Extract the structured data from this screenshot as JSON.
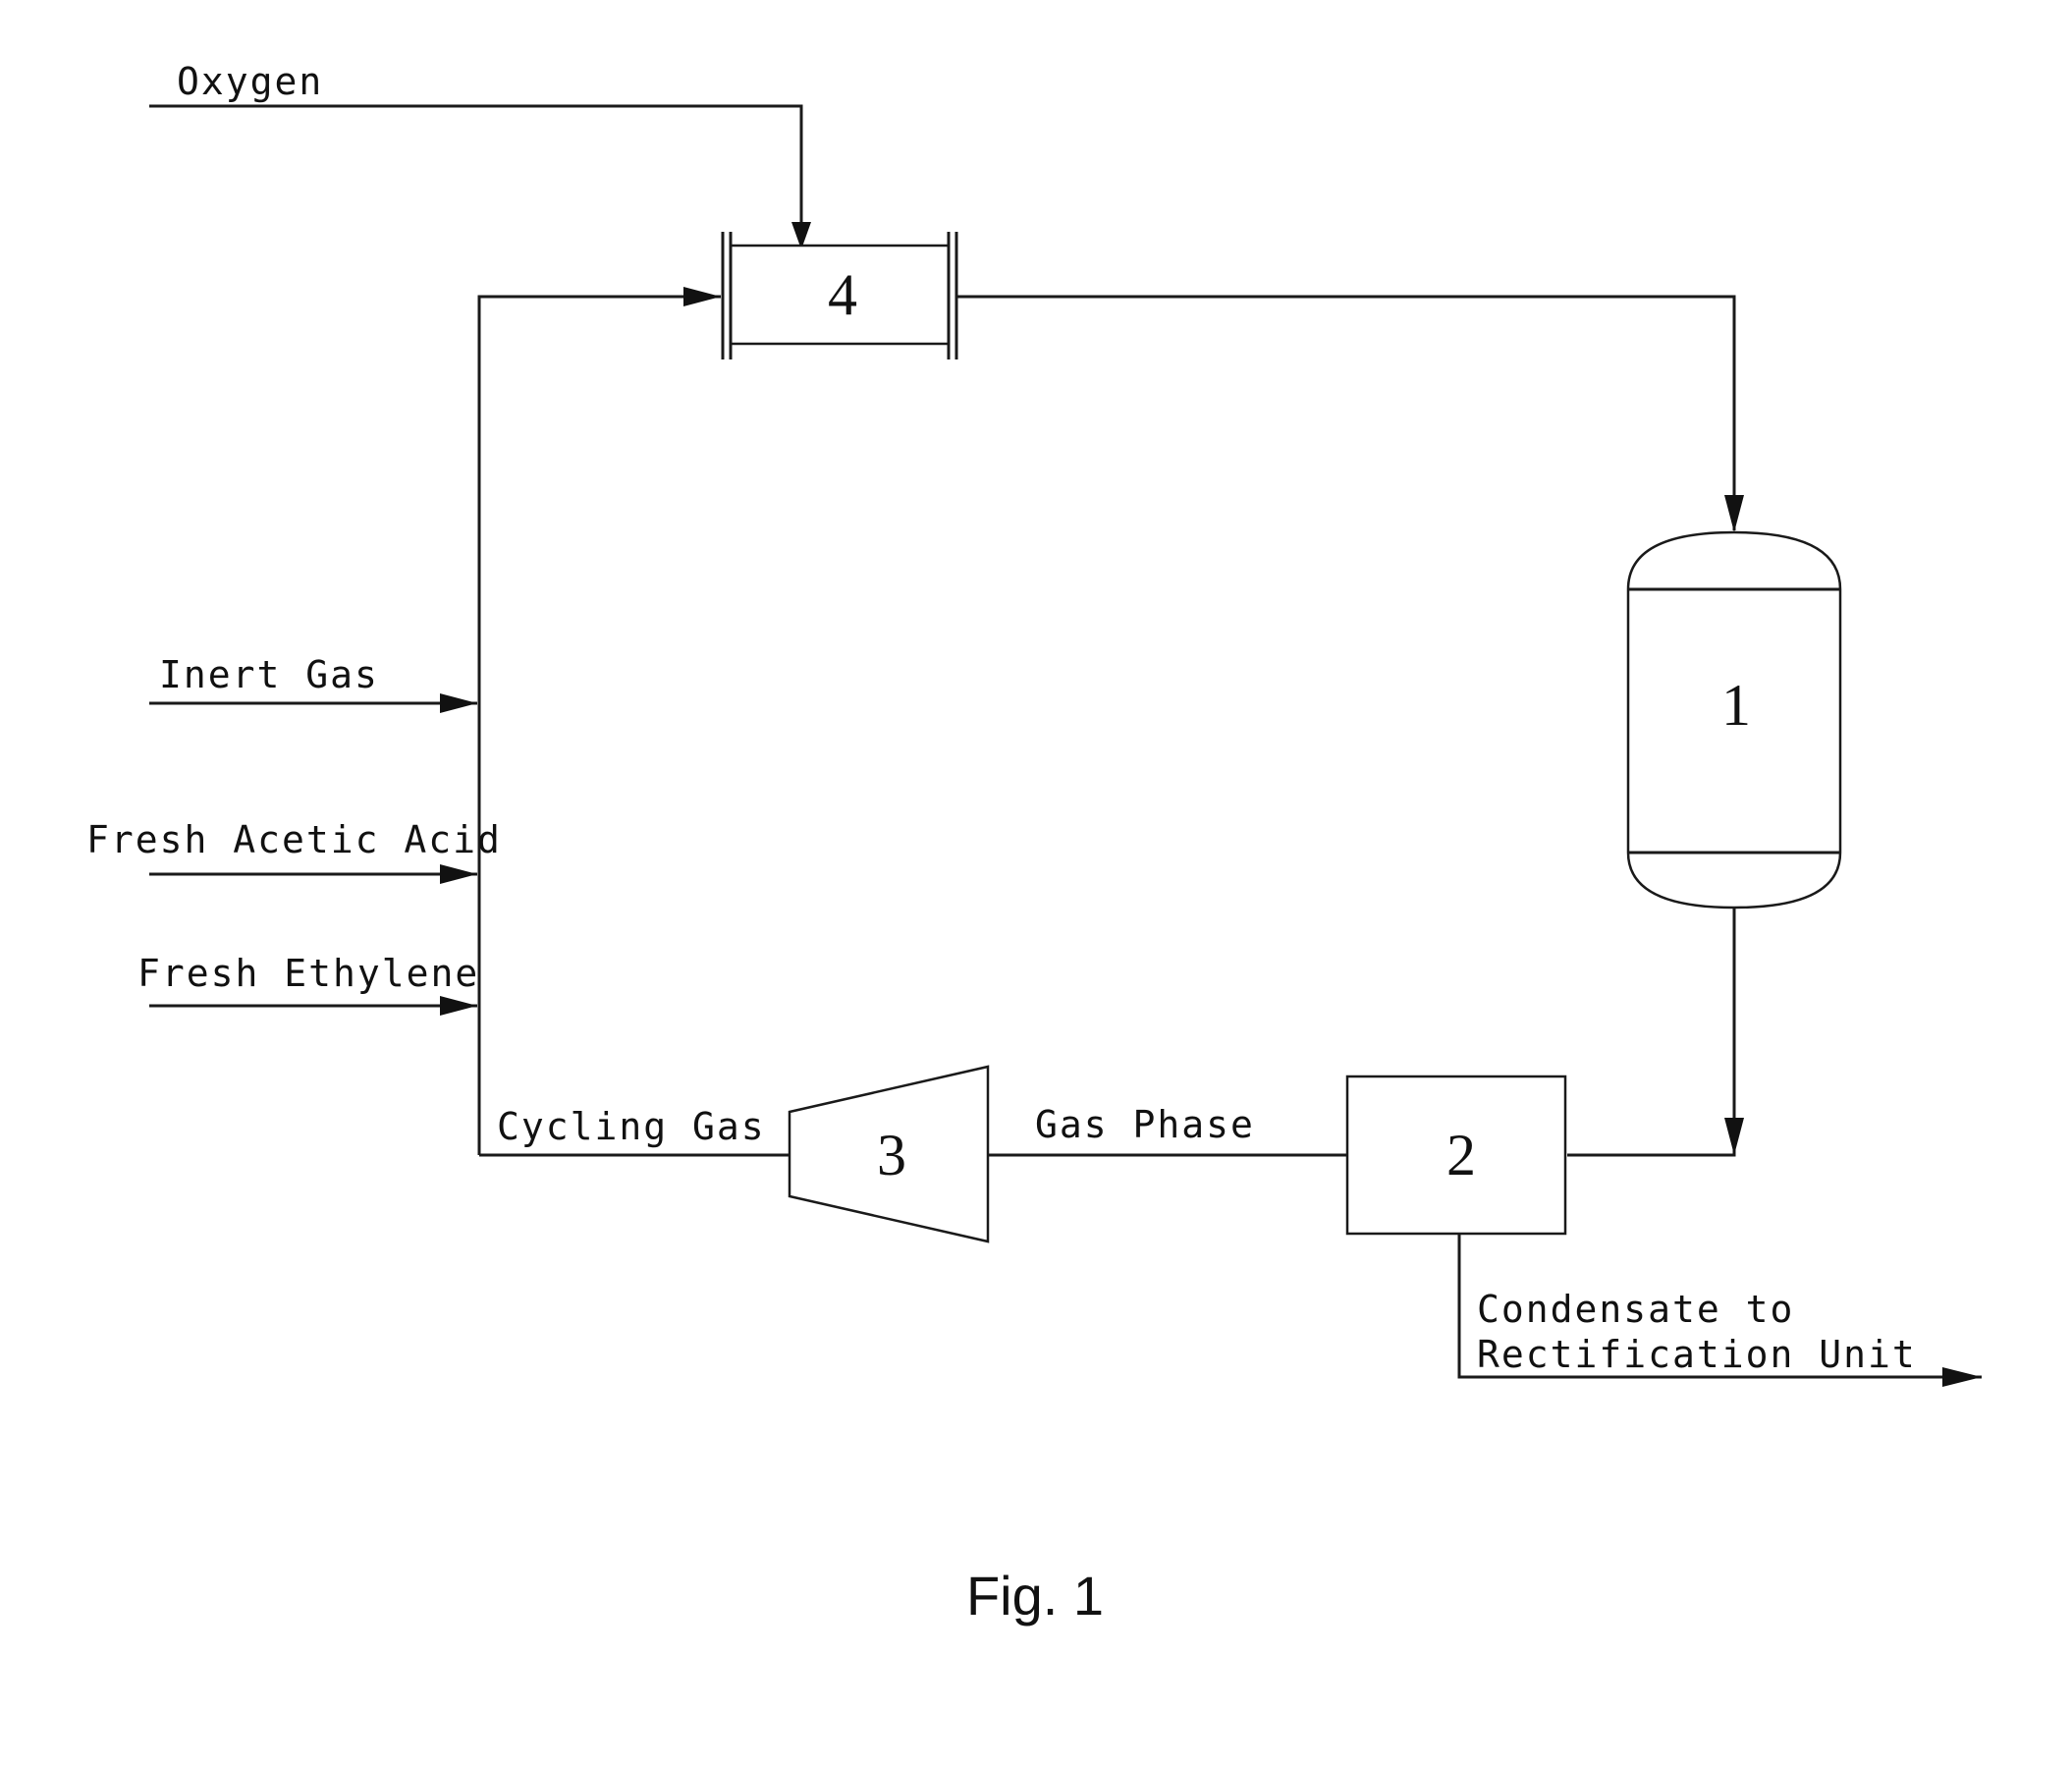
{
  "labels": {
    "oxygen": "Oxygen",
    "inert_gas": "Inert Gas",
    "fresh_acetic_acid": "Fresh Acetic Acid",
    "fresh_ethylene": "Fresh Ethylene",
    "cycling_gas": "Cycling Gas",
    "gas_phase": "Gas Phase",
    "condensate_line1": "Condensate to",
    "condensate_line2": "Rectification Unit"
  },
  "units": {
    "reactor": "1",
    "separator": "2",
    "compressor": "3",
    "mixer": "4"
  },
  "caption": "Fig. 1"
}
